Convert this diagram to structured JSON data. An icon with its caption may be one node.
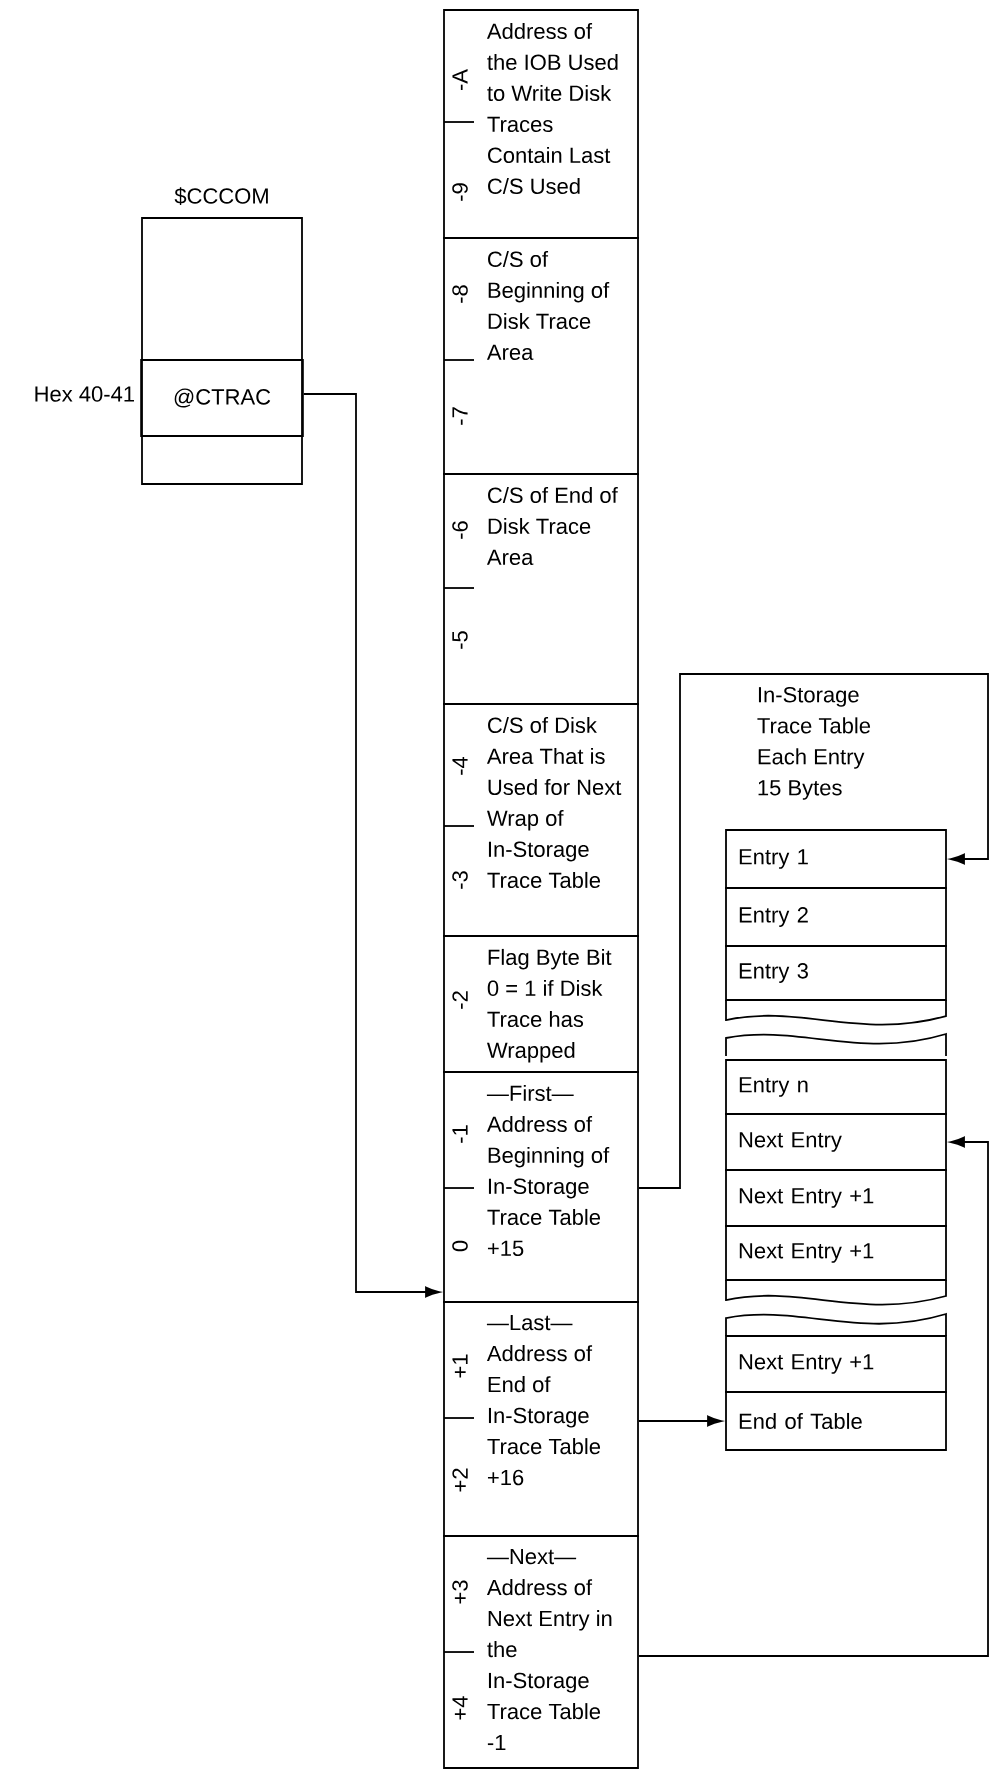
{
  "diagram": {
    "nodes": [
      {
        "text": [
          "$CCCOM"
        ]
      },
      {
        "text": [
          "@CTRAC"
        ],
        "in": 0,
        "beside": [
          "Hex 40-41"
        ]
      },
      {
        "text": [
          "-A",
          "-9",
          "Address of the IOB Used to Write Disk Traces Contain Last C/S Used"
        ]
      },
      {
        "text": [
          "-8",
          "-7",
          "C/S of Beginning of Disk Trace Area"
        ]
      },
      {
        "text": [
          "-6",
          "-5",
          "C/S of End of Disk Trace Area"
        ]
      },
      {
        "text": [
          "-4",
          "-3",
          "C/S of Disk Area That is Used for Next Wrap of In-Storage Trace Table"
        ]
      },
      {
        "text": [
          "-2",
          "Flag Byte Bit 0 = 1 if Disk Trace has Wrapped"
        ]
      },
      {
        "text": [
          "-1",
          "0",
          "—First— Address of Beginning of In-Storage Trace Table +15"
        ]
      },
      {
        "text": [
          "+1",
          "+2",
          "—Last— Address of End of In-Storage Trace Table +16"
        ]
      },
      {
        "text": [
          "+3",
          "+4",
          "—Next— Address of Next Entry in the In-Storage Trace Table -1"
        ]
      },
      {
        "text": [
          "Entry 1"
        ]
      },
      {
        "text": [
          "Entry 2"
        ]
      },
      {
        "text": [
          "Entry 3"
        ]
      },
      {
        "text": [
          "Entry n"
        ]
      },
      {
        "text": [
          "Next Entry"
        ]
      },
      {
        "text": [
          "Next Entry +1"
        ]
      },
      {
        "text": [
          "Next Entry +1"
        ]
      },
      {
        "text": [
          "Next Entry +1"
        ]
      },
      {
        "text": [
          "End of Table"
        ]
      }
    ],
    "edges": [
      {
        "from": 1,
        "to": 7,
        "arrow": "to"
      },
      {
        "from": 7,
        "to": 10,
        "arrow": "to"
      },
      {
        "from": 8,
        "to": 18,
        "arrow": "to"
      },
      {
        "from": 9,
        "to": 14,
        "arrow": "to"
      }
    ],
    "labels": [
      "In-Storage Trace Table Each Entry 15 Bytes"
    ]
  }
}
